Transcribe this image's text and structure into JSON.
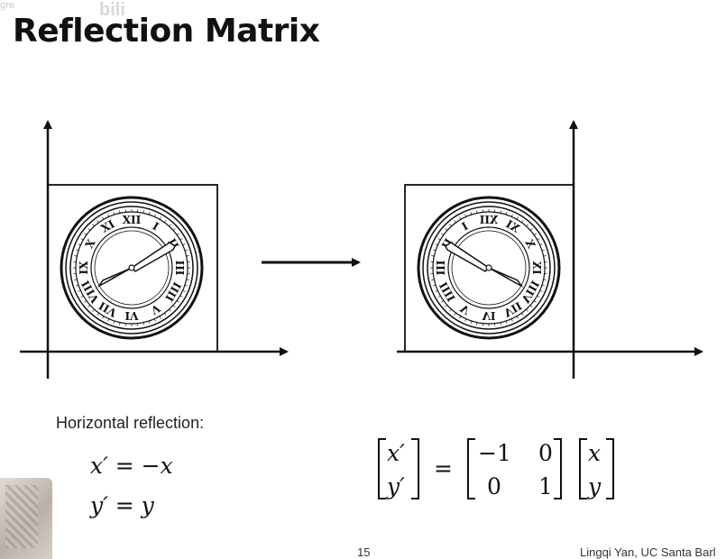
{
  "slide": {
    "title": "Reflection Matrix",
    "caption": "Horizontal reflection:",
    "eq1": "x′ = −x",
    "eq2": "y′ = y",
    "matrix": {
      "lhs": [
        "x′",
        "y′"
      ],
      "op": "=",
      "m": [
        "−1",
        "0",
        "0",
        "1"
      ],
      "vec": [
        "x",
        "y"
      ]
    },
    "page_number": "15",
    "credit": "Lingqi Yan, UC Santa Barl"
  },
  "clock": {
    "numerals_visible": [
      "XII",
      "I",
      "II",
      "III",
      "IIII",
      "V",
      "VI",
      "VII",
      "VIII",
      "IX",
      "X",
      "XI"
    ]
  }
}
